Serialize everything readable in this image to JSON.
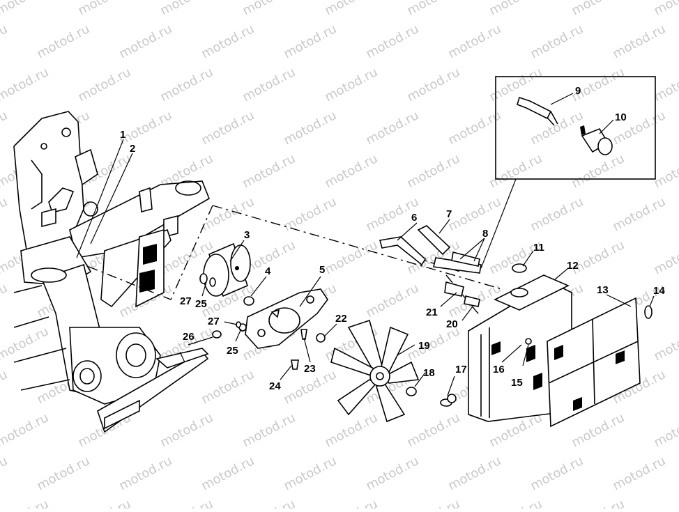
{
  "watermark": {
    "text": "motod.ru"
  },
  "colors": {
    "line": "#000000",
    "background": "#ffffff",
    "watermark": "#c9c9c9"
  },
  "callouts": {
    "c1": "1",
    "c2": "2",
    "c3": "3",
    "c4": "4",
    "c5": "5",
    "c6": "6",
    "c7": "7",
    "c8": "8",
    "c9": "9",
    "c10": "10",
    "c11": "11",
    "c12": "12",
    "c13": "13",
    "c14": "14",
    "c15": "15",
    "c16": "16",
    "c17": "17",
    "c18": "18",
    "c19": "19",
    "c20": "20",
    "c21": "21",
    "c22": "22",
    "c23": "23",
    "c24": "24",
    "c25a": "25",
    "c25b": "25",
    "c26": "26",
    "c27a": "27",
    "c27b": "27"
  }
}
